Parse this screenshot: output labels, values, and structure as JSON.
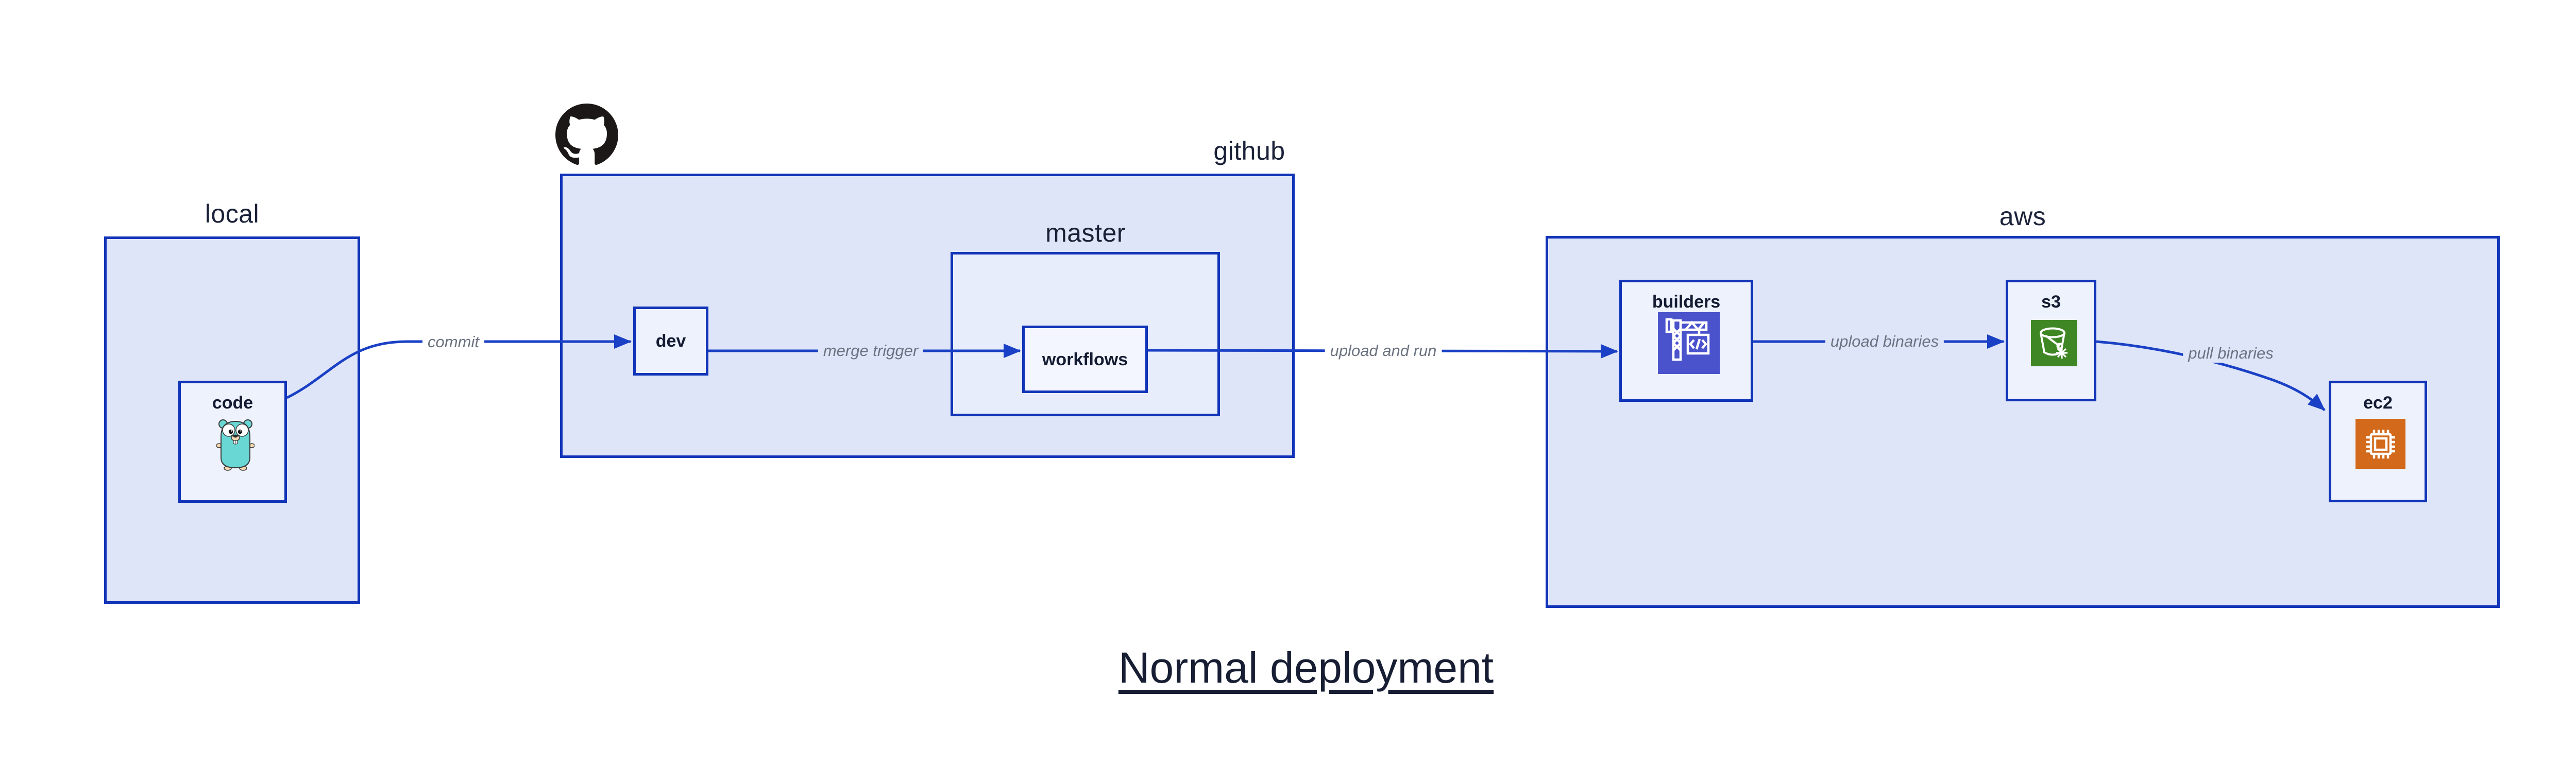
{
  "title": {
    "text": "Normal deployment"
  },
  "regions": [
    {
      "id": "local",
      "label": "local"
    },
    {
      "id": "github",
      "label": "github"
    },
    {
      "id": "master",
      "label": "master"
    },
    {
      "id": "aws",
      "label": "aws"
    }
  ],
  "nodes": [
    {
      "id": "code",
      "label": "code",
      "icon": "go-gopher-icon"
    },
    {
      "id": "dev",
      "label": "dev",
      "icon": ""
    },
    {
      "id": "workflows",
      "label": "workflows",
      "icon": ""
    },
    {
      "id": "builders",
      "label": "builders",
      "icon": "codebuild-crane-icon"
    },
    {
      "id": "s3",
      "label": "s3",
      "icon": "s3-bucket-icon"
    },
    {
      "id": "ec2",
      "label": "ec2",
      "icon": "ec2-chip-icon"
    }
  ],
  "edges": [
    {
      "id": "commit",
      "label": "commit",
      "from": "code",
      "to": "dev"
    },
    {
      "id": "merge-trigger",
      "label": "merge trigger",
      "from": "dev",
      "to": "workflows"
    },
    {
      "id": "upload-and-run",
      "label": "upload and run",
      "from": "workflows",
      "to": "builders"
    },
    {
      "id": "upload-binaries",
      "label": "upload binaries",
      "from": "builders",
      "to": "s3"
    },
    {
      "id": "pull-binaries",
      "label": "pull binaries",
      "from": "s3",
      "to": "ec2"
    }
  ],
  "colors": {
    "box_border": "#1134b8",
    "arrow": "#1a40c5",
    "region_fill": "#dee5f8",
    "master_fill": "#e8edfb",
    "node_fill": "#eef2fd",
    "workflows_fill": "#f3f6fe",
    "heading_text": "#1a2138",
    "node_text": "#141c33",
    "edge_label_text": "#6b7280",
    "octocat_black": "#1b1817",
    "gopher_teal": "#69d7d4",
    "codebuild_purple": "#4a52cc",
    "s3_green": "#3f8624",
    "ec2_orange": "#d2691b"
  }
}
